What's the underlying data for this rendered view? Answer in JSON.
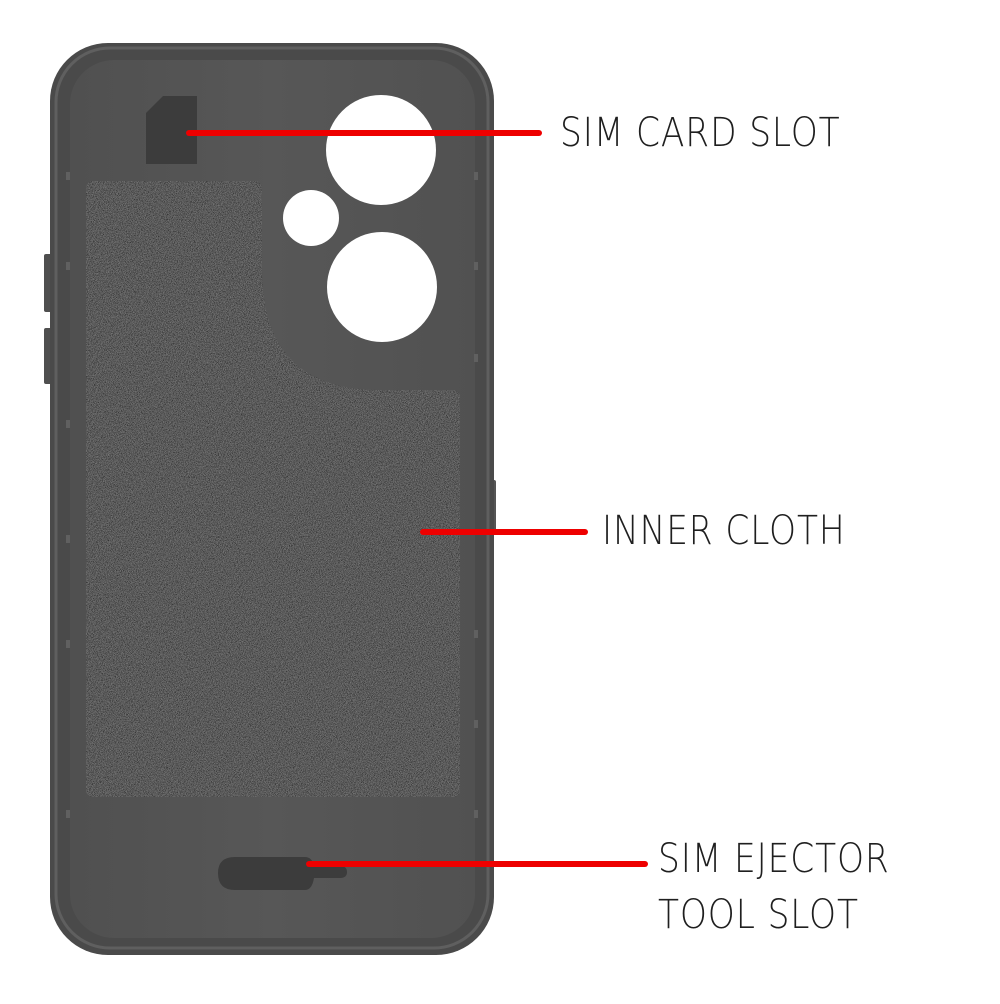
{
  "colors": {
    "background": "#ffffff",
    "case_outer": "#4b4b4b",
    "case_rim": "#5a5a5a",
    "case_inner": "#545454",
    "cloth": "#2b2b2b",
    "slot": "#3b3b3b",
    "leader_line": "#ee0000",
    "label_text": "#1f1f1f"
  },
  "product": {
    "name": "phone-back-case",
    "view": "inside view",
    "camera_cutouts": 3
  },
  "callouts": [
    {
      "id": "sim-card-slot",
      "lines": [
        "SIM CARD SLOT"
      ]
    },
    {
      "id": "inner-cloth",
      "lines": [
        "INNER CLOTH"
      ]
    },
    {
      "id": "sim-ejector-tool-slot",
      "lines": [
        "SIM EJECTOR",
        "TOOL SLOT"
      ]
    }
  ]
}
